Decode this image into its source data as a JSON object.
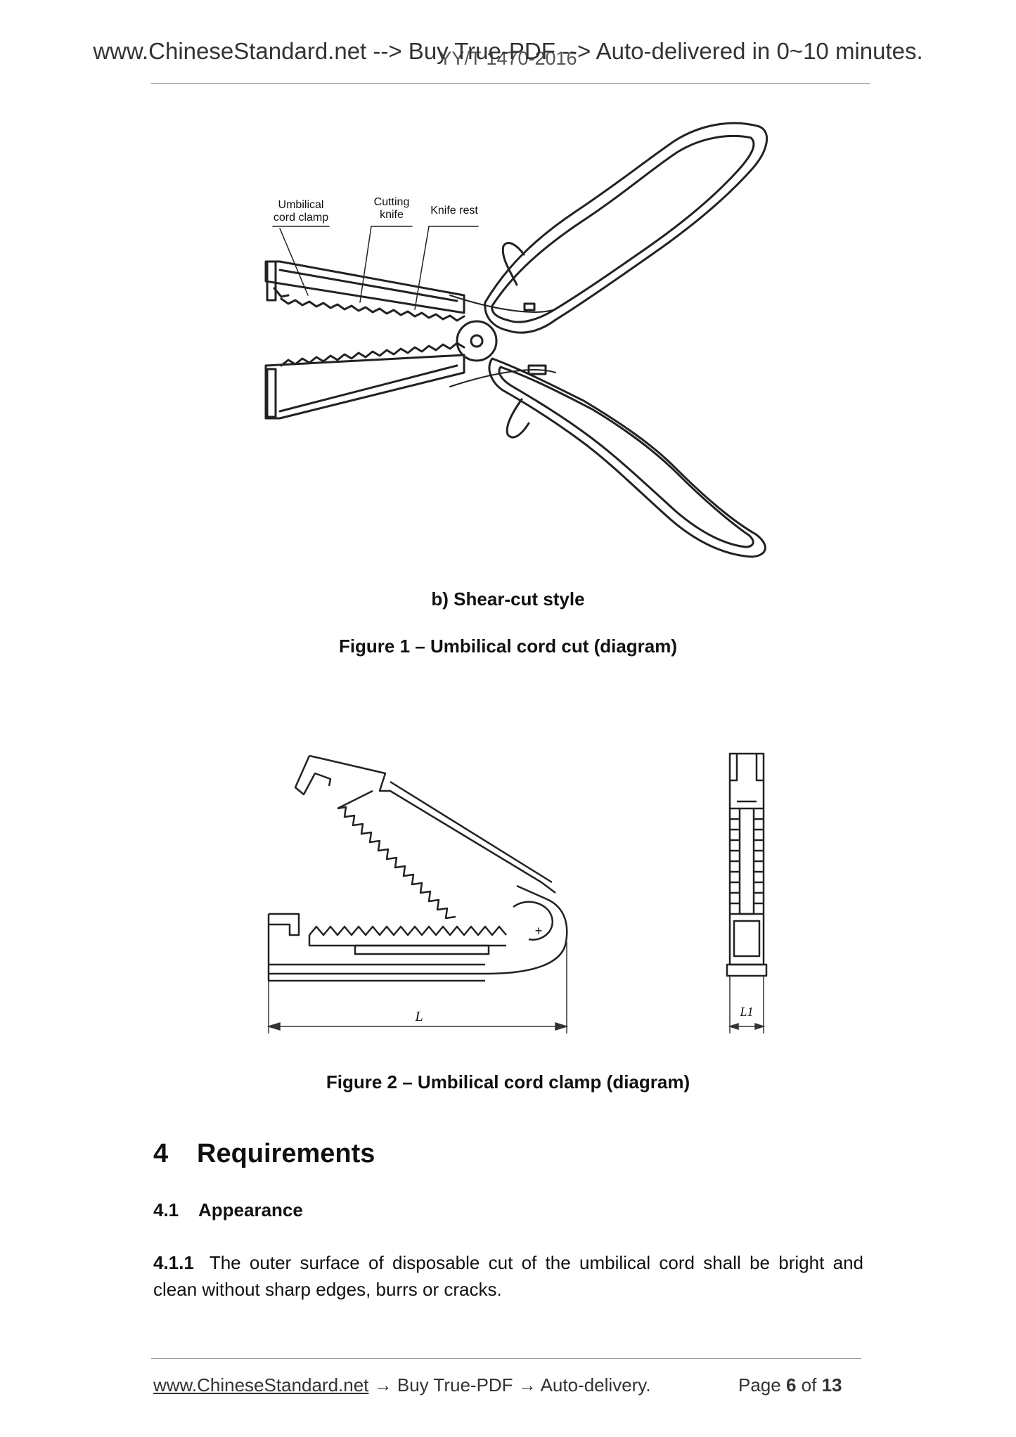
{
  "header": {
    "banner": "www.ChineseStandard.net --> Buy True-PDF --> Auto-delivered in 0~10 minutes.",
    "standard_code": "YY/T 1470-2016"
  },
  "figure1": {
    "labels": {
      "clamp_line1": "Umbilical",
      "clamp_line2": "cord clamp",
      "knife_line1": "Cutting",
      "knife_line2": "knife",
      "rest": "Knife rest"
    },
    "subcaption": "b) Shear-cut style",
    "caption": "Figure 1 – Umbilical cord cut (diagram)"
  },
  "figure2": {
    "dim_L": "L",
    "dim_L1": "L1",
    "plus_mark": "+",
    "caption": "Figure 2 – Umbilical cord clamp (diagram)"
  },
  "section4": {
    "number": "4",
    "title": "Requirements"
  },
  "section4_1": {
    "number": "4.1",
    "title": "Appearance"
  },
  "clause4_1_1": {
    "number": "4.1.1",
    "text": "The outer surface of disposable cut of the umbilical cord shall be bright and clean without sharp edges, burrs or cracks."
  },
  "footer": {
    "site": "www.ChineseStandard.net",
    "tail": " → Buy True-PDF → Auto-delivery.",
    "page_word": "Page",
    "page_num": "6",
    "of_word": "of",
    "page_total": "13"
  }
}
